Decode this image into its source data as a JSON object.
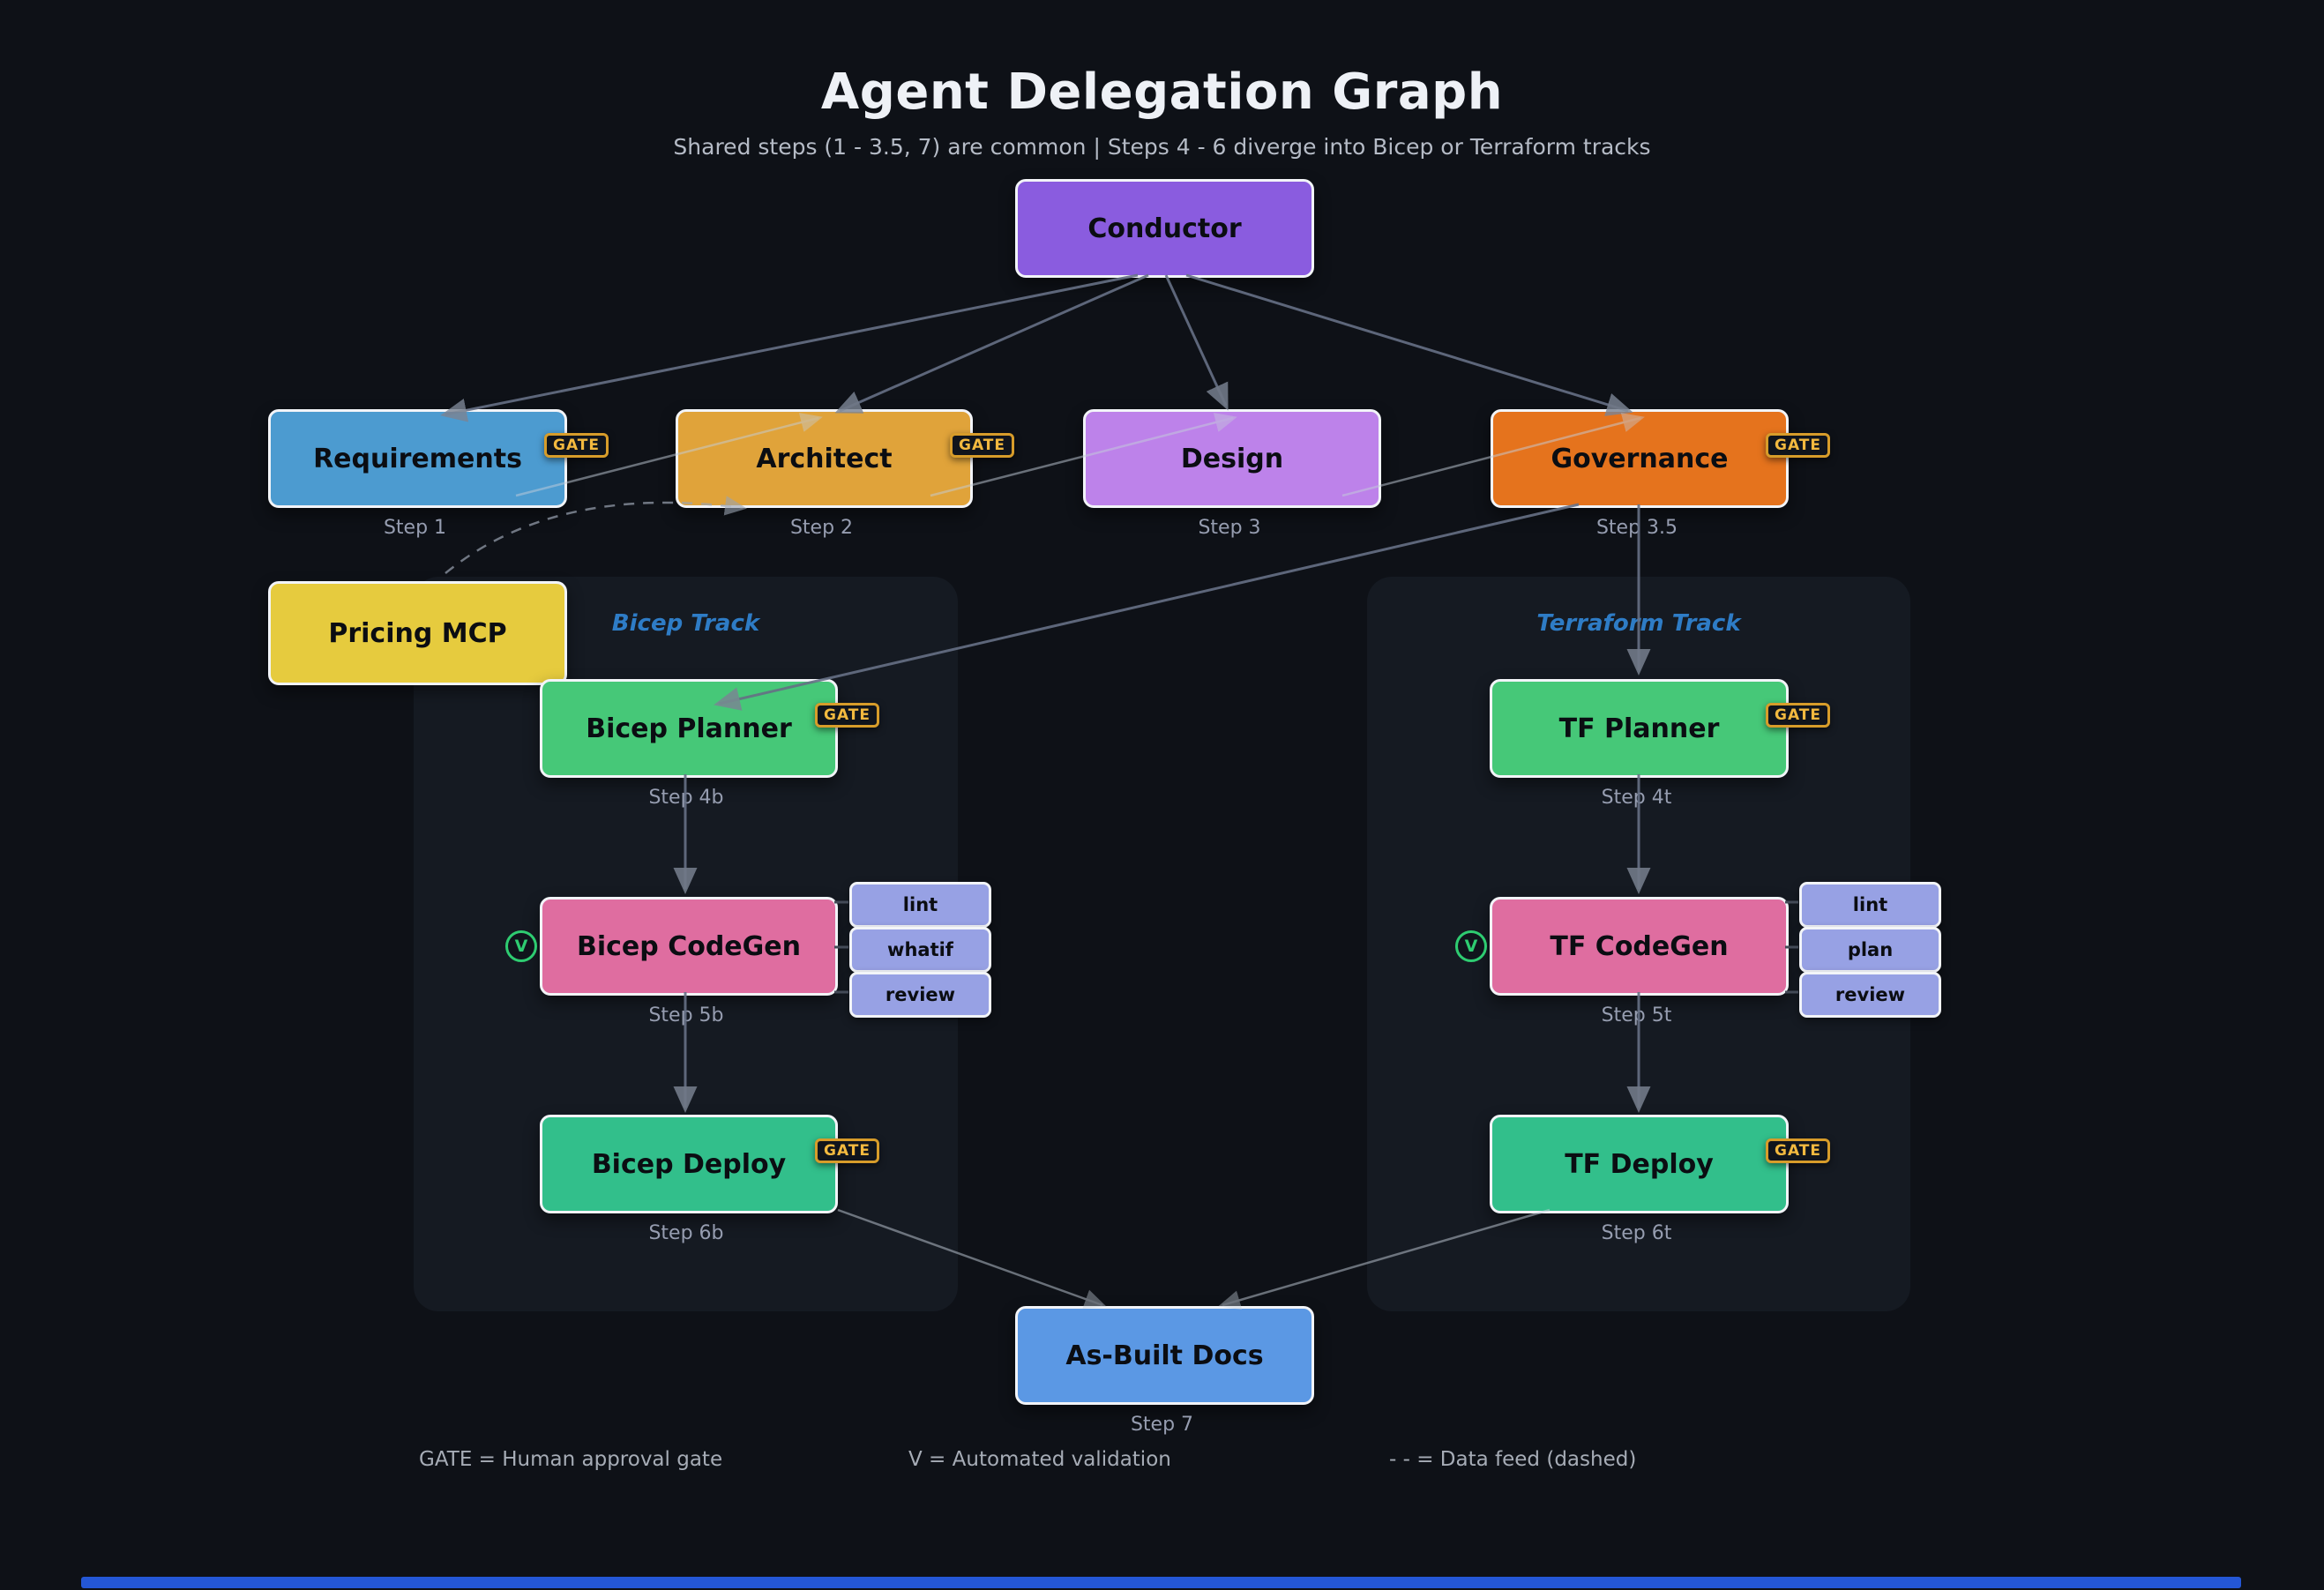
{
  "page": {
    "title": "Agent Delegation Graph",
    "subtitle": "Shared steps (1 - 3.5, 7) are common  |  Steps 4 - 6 diverge into Bicep or Terraform tracks"
  },
  "labels": {
    "gate": "GATE",
    "validation": "V"
  },
  "tracks": {
    "bicep": "Bicep Track",
    "terraform": "Terraform Track"
  },
  "colors": {
    "background": "#0e1117",
    "panel": "#151a22",
    "conductor": "#8a5cdf",
    "requirements": "#4c9bd0",
    "architect": "#e0a33a",
    "design": "#bd82ea",
    "governance": "#e5731d",
    "pricing_mcp": "#e6cb3e",
    "planner_green": "#46c878",
    "codegen_pink": "#df6da0",
    "deploy_teal": "#32bf8b",
    "docs_blue": "#5b98e4",
    "chip": "#97a1e4",
    "gate_badge": "#f3b93f",
    "track_label": "#2e7cc6"
  },
  "nodes": {
    "conductor": {
      "label": "Conductor"
    },
    "requirements": {
      "label": "Requirements",
      "step": "Step 1",
      "gate": true
    },
    "architect": {
      "label": "Architect",
      "step": "Step 2",
      "gate": true
    },
    "design": {
      "label": "Design",
      "step": "Step 3"
    },
    "governance": {
      "label": "Governance",
      "step": "Step 3.5",
      "gate": true
    },
    "pricing_mcp": {
      "label": "Pricing MCP"
    },
    "bicep_planner": {
      "label": "Bicep Planner",
      "step": "Step 4b",
      "gate": true
    },
    "bicep_codegen": {
      "label": "Bicep CodeGen",
      "step": "Step 5b",
      "validation": true,
      "chips": [
        "lint",
        "whatif",
        "review"
      ]
    },
    "bicep_deploy": {
      "label": "Bicep Deploy",
      "step": "Step 6b",
      "gate": true
    },
    "tf_planner": {
      "label": "TF Planner",
      "step": "Step 4t",
      "gate": true
    },
    "tf_codegen": {
      "label": "TF CodeGen",
      "step": "Step 5t",
      "validation": true,
      "chips": [
        "lint",
        "plan",
        "review"
      ]
    },
    "tf_deploy": {
      "label": "TF Deploy",
      "step": "Step 6t",
      "gate": true
    },
    "asbuilt_docs": {
      "label": "As-Built Docs",
      "step": "Step 7"
    }
  },
  "edges": [
    {
      "from": "Conductor",
      "to": "Requirements",
      "type": "solid"
    },
    {
      "from": "Conductor",
      "to": "Architect",
      "type": "solid"
    },
    {
      "from": "Conductor",
      "to": "Design",
      "type": "solid"
    },
    {
      "from": "Conductor",
      "to": "Governance",
      "type": "solid"
    },
    {
      "from": "Requirements",
      "to": "Architect",
      "type": "solid"
    },
    {
      "from": "Architect",
      "to": "Design",
      "type": "solid"
    },
    {
      "from": "Design",
      "to": "Governance",
      "type": "solid"
    },
    {
      "from": "Pricing MCP",
      "to": "Architect",
      "type": "dashed"
    },
    {
      "from": "Governance",
      "to": "Bicep Planner",
      "type": "solid"
    },
    {
      "from": "Governance",
      "to": "TF Planner",
      "type": "solid"
    },
    {
      "from": "Bicep Planner",
      "to": "Bicep CodeGen",
      "type": "solid"
    },
    {
      "from": "Bicep CodeGen",
      "to": "Bicep Deploy",
      "type": "solid"
    },
    {
      "from": "TF Planner",
      "to": "TF CodeGen",
      "type": "solid"
    },
    {
      "from": "TF CodeGen",
      "to": "TF Deploy",
      "type": "solid"
    },
    {
      "from": "Bicep Deploy",
      "to": "As-Built Docs",
      "type": "solid"
    },
    {
      "from": "TF Deploy",
      "to": "As-Built Docs",
      "type": "solid"
    }
  ],
  "legend": {
    "gate": "GATE  = Human approval gate",
    "v": "V  = Automated validation",
    "dashed": "- -  = Data feed (dashed)"
  }
}
